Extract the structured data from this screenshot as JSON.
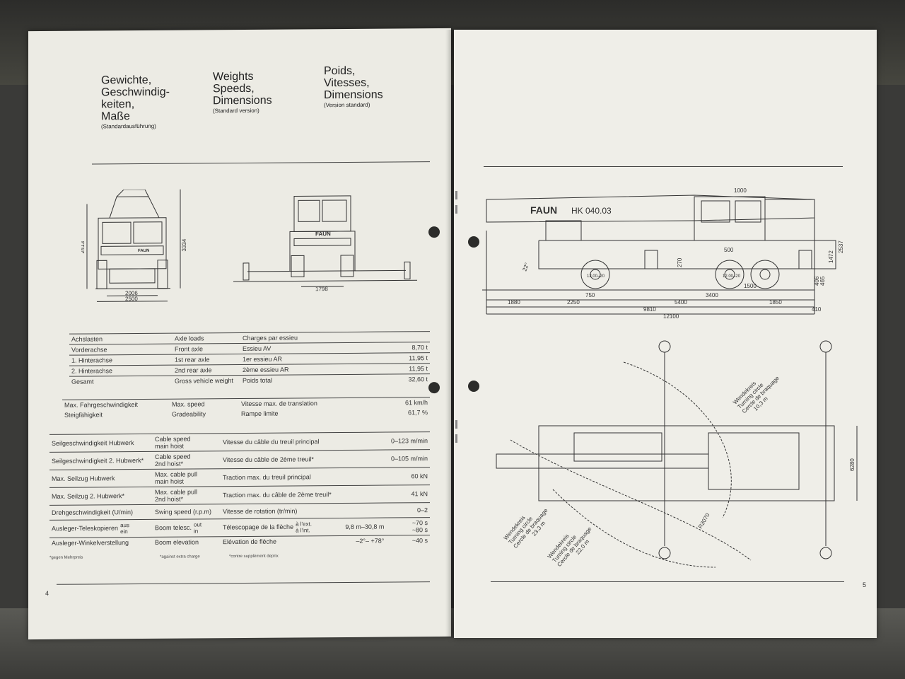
{
  "left_page": {
    "headings": [
      {
        "title": "Gewichte,\nGeschwindig-\nkeiten,\nMaße",
        "subtitle": "(Standardausführung)"
      },
      {
        "title": "Weights\nSpeeds,\nDimensions",
        "subtitle": "(Standard version)"
      },
      {
        "title": "Poids,\nVitesses,\nDimensions",
        "subtitle": "(Version standard)"
      }
    ],
    "front_view": {
      "dims": [
        "2413",
        "3334",
        "2006",
        "2500"
      ],
      "logo": "FAUN"
    },
    "rear_view": {
      "dims": [
        "1798"
      ],
      "logo": "FAUN"
    },
    "axle_table": [
      {
        "de": "Achslasten",
        "en": "Axle loads",
        "fr": "Charges par essieu",
        "value": ""
      },
      {
        "de": "Vorderachse",
        "en": "Front axle",
        "fr": "Essieu AV",
        "value": "8,70 t"
      },
      {
        "de": "1. Hinterachse",
        "en": "1st rear axle",
        "fr": "1er essieu AR",
        "value": "11,95 t"
      },
      {
        "de": "2. Hinterachse",
        "en": "2nd rear axle",
        "fr": "2ème essieu AR",
        "value": "11,95 t"
      },
      {
        "de": "Gesamt",
        "en": "Gross vehicle weight",
        "fr": "Poids total",
        "value": "32,60 t"
      }
    ],
    "speed_table": [
      {
        "de": "Max. Fahrgeschwindigkeit",
        "en": "Max. speed",
        "fr": "Vitesse max. de translation",
        "value": "61 km/h"
      },
      {
        "de": "Steigfähigkeit",
        "en": "Gradeability",
        "fr": "Rampe limite",
        "value": "61,7 %"
      }
    ],
    "crane_table": [
      {
        "de": "Seilgeschwindigkeit Hubwerk",
        "en": "Cable speed\nmain hoist",
        "fr": "Vitesse du câble du treuil principal",
        "range": "",
        "value": "0–123 m/min"
      },
      {
        "de": "Seilgeschwindigkeit 2. Hubwerk*",
        "en": "Cable speed\n2nd hoist*",
        "fr": "Vitesse du câble de 2ème treuil*",
        "range": "",
        "value": "0–105 m/min"
      },
      {
        "de": "Max. Seilzug Hubwerk",
        "en": "Max. cable pull\nmain hoist",
        "fr": "Traction max. du treuil principal",
        "range": "",
        "value": "60 kN"
      },
      {
        "de": "Max. Seilzug 2. Hubwerk*",
        "en": "Max. cable pull\n2nd hoist*",
        "fr": "Traction max. du câble de 2ème treuil*",
        "range": "",
        "value": "41 kN"
      },
      {
        "de": "Drehgeschwindigkeit (U/min)",
        "en": "Swing speed (r.p.m)",
        "fr": "Vitesse de rotation (tr/min)",
        "range": "",
        "value": "0–2"
      }
    ],
    "telescope_row": {
      "de": "Ausleger-Teleskopieren",
      "de_sub": "aus\nein",
      "en": "Boom telesc.",
      "en_sub": "out\nin",
      "fr": "Télescopage de la flèche",
      "fr_sub": "à l'ext.\nà l'int.",
      "range": "9,8 m–30,8 m",
      "value": "~70 s\n~80 s"
    },
    "elevation_row": {
      "de": "Ausleger-Winkelverstellung",
      "en": "Boom elevation",
      "fr": "Elévation de flèche",
      "range": "–2°– +78°",
      "value": "~40 s"
    },
    "footnotes": [
      "*gegen Mehrpreis",
      "*against extra charge",
      "*contre supplément deprix"
    ],
    "page_number": "4"
  },
  "right_page": {
    "side_view": {
      "logo": "FAUN",
      "model": "HK 040.03",
      "dims_top": [
        "1000"
      ],
      "dims_right": [
        "2537",
        "1472"
      ],
      "dims_mid": [
        "500",
        "270",
        "1500",
        "465",
        "406"
      ],
      "tires": [
        "12.00–20",
        "12.00–20"
      ],
      "angle": "22°",
      "dims_bottom_row1": [
        "750",
        "3400"
      ],
      "dims_bottom_row2": [
        "1880",
        "2250",
        "5400",
        "1850",
        "410"
      ],
      "dims_bottom_row3": [
        "9810"
      ],
      "dims_bottom_row4": [
        "12100"
      ]
    },
    "top_view": {
      "turning_circle_1": [
        "Wendekreis",
        "Turning circle",
        "Cercle de braquage",
        "10,3 m"
      ],
      "turning_circle_2": [
        "Wendekreis",
        "Turning circle",
        "Cercle de braquage",
        "23,3 m"
      ],
      "turning_circle_3": [
        "Wendekreis",
        "Turning circle",
        "Cercle de braquage",
        "22,0 m"
      ],
      "radius": "R3070",
      "width": "6280"
    },
    "page_number": "5"
  }
}
